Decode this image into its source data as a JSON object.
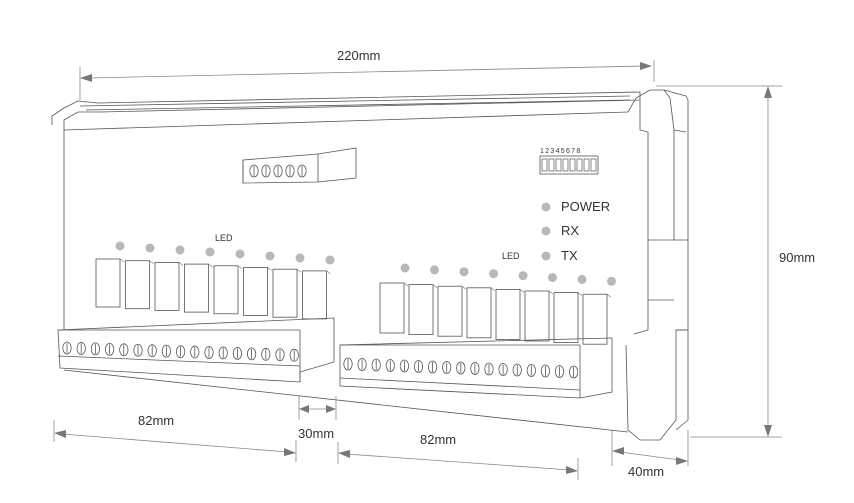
{
  "dimensions": {
    "width_top": "220mm",
    "height_right": "90mm",
    "depth_right": "40mm",
    "left_block": "82mm",
    "gap": "30mm",
    "right_block": "82mm"
  },
  "indicators": [
    {
      "label": "POWER"
    },
    {
      "label": "RX"
    },
    {
      "label": "TX"
    }
  ],
  "led_label": "LED",
  "dip_switch_numbers": "12345678",
  "colors": {
    "led": "#b8b8b8",
    "outline": "#555555",
    "dimension": "#888888"
  }
}
